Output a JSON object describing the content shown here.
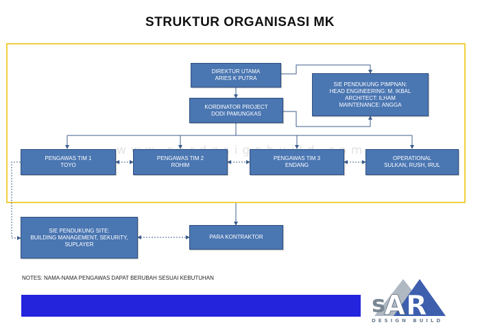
{
  "title": "STRUKTUR ORGANISASI MK",
  "watermark": "www.sardesignbuild.com",
  "boxes": {
    "direktur": [
      "DIREKTUR UTAMA",
      "ARIES K PUTRA"
    ],
    "sie_pendukung_pimpinan": [
      "SIE PENDUKUNG PIMPNAN:",
      "HEAD ENGINEERING: M. IKBAL",
      "ARCHITECT: ILHAM",
      "MAINTENANCE: ANGGA"
    ],
    "kordinator": [
      "KORDINATOR PROJECT",
      "DODI PAMUNGKAS"
    ],
    "tim1": [
      "PENGAWAS TIM 1",
      "TOYO"
    ],
    "tim2": [
      "PENGAWAS TIM 2",
      "ROHIM"
    ],
    "tim3": [
      "PENGAWAS TIM 3",
      "ENDANG"
    ],
    "operational": [
      "OPERATIONAL",
      "SULKAN, RUSH, IRUL"
    ],
    "sie_pendukung_site": [
      "SIE PENDUKUNG SITE:",
      "BUILDING MANAGEMENT, SEKURITY,",
      "SUPLAYER"
    ],
    "kontraktor": [
      "PARA KONTRAKTOR"
    ]
  },
  "notes": "NOTES: NAMA-NAMA PENGAWAS DAPAT BERUBAH SESUAI KEBUTUHAN",
  "logo": {
    "text": "sAR",
    "subtitle": "DESIGN BUILD"
  },
  "colors": {
    "box_fill": "#4a76b2",
    "frame": "#f2cf3c",
    "bar": "#2424dd"
  }
}
